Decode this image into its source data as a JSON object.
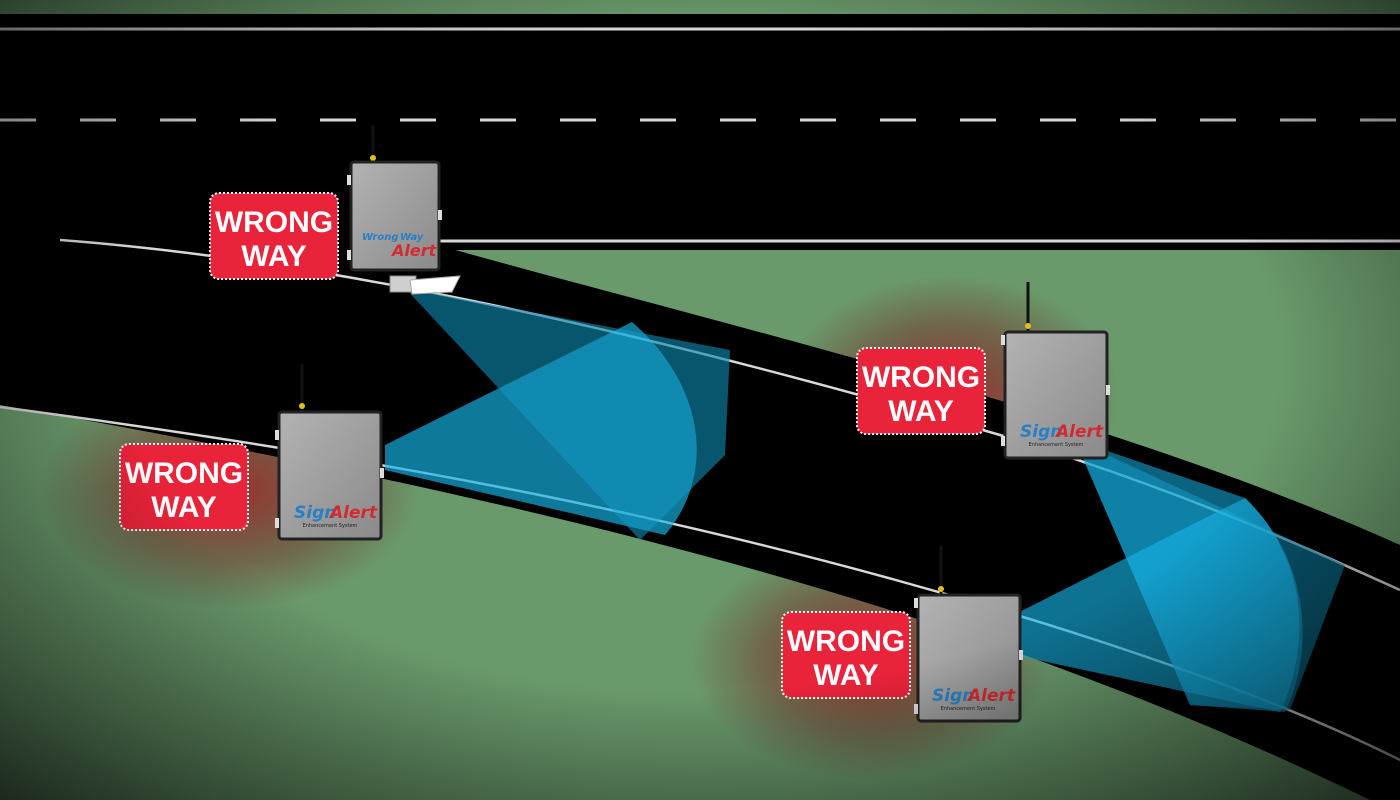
{
  "signs": [
    {
      "line1": "WRONG",
      "line2": "WAY"
    },
    {
      "line1": "WRONG",
      "line2": "WAY"
    },
    {
      "line1": "WRONG",
      "line2": "WAY"
    },
    {
      "line1": "WRONG",
      "line2": "WAY"
    }
  ],
  "units": [
    {
      "brand_top": "Wrong",
      "brand_mid": "Way",
      "brand_bottom": "Alert"
    },
    {
      "brand_left": "Sign",
      "brand_right": "Alert",
      "tagline": "Enhancement System"
    },
    {
      "brand_left": "Sign",
      "brand_right": "Alert",
      "tagline": "Enhancement System"
    },
    {
      "brand_left": "Sign",
      "brand_right": "Alert",
      "tagline": "Enhancement System"
    }
  ],
  "colors": {
    "grass": "#6a9a6c",
    "road": "#000000",
    "sign_red": "#e8233a",
    "detection_blue": "#14b4e6",
    "cabinet_gray": "#9a9a9a"
  }
}
